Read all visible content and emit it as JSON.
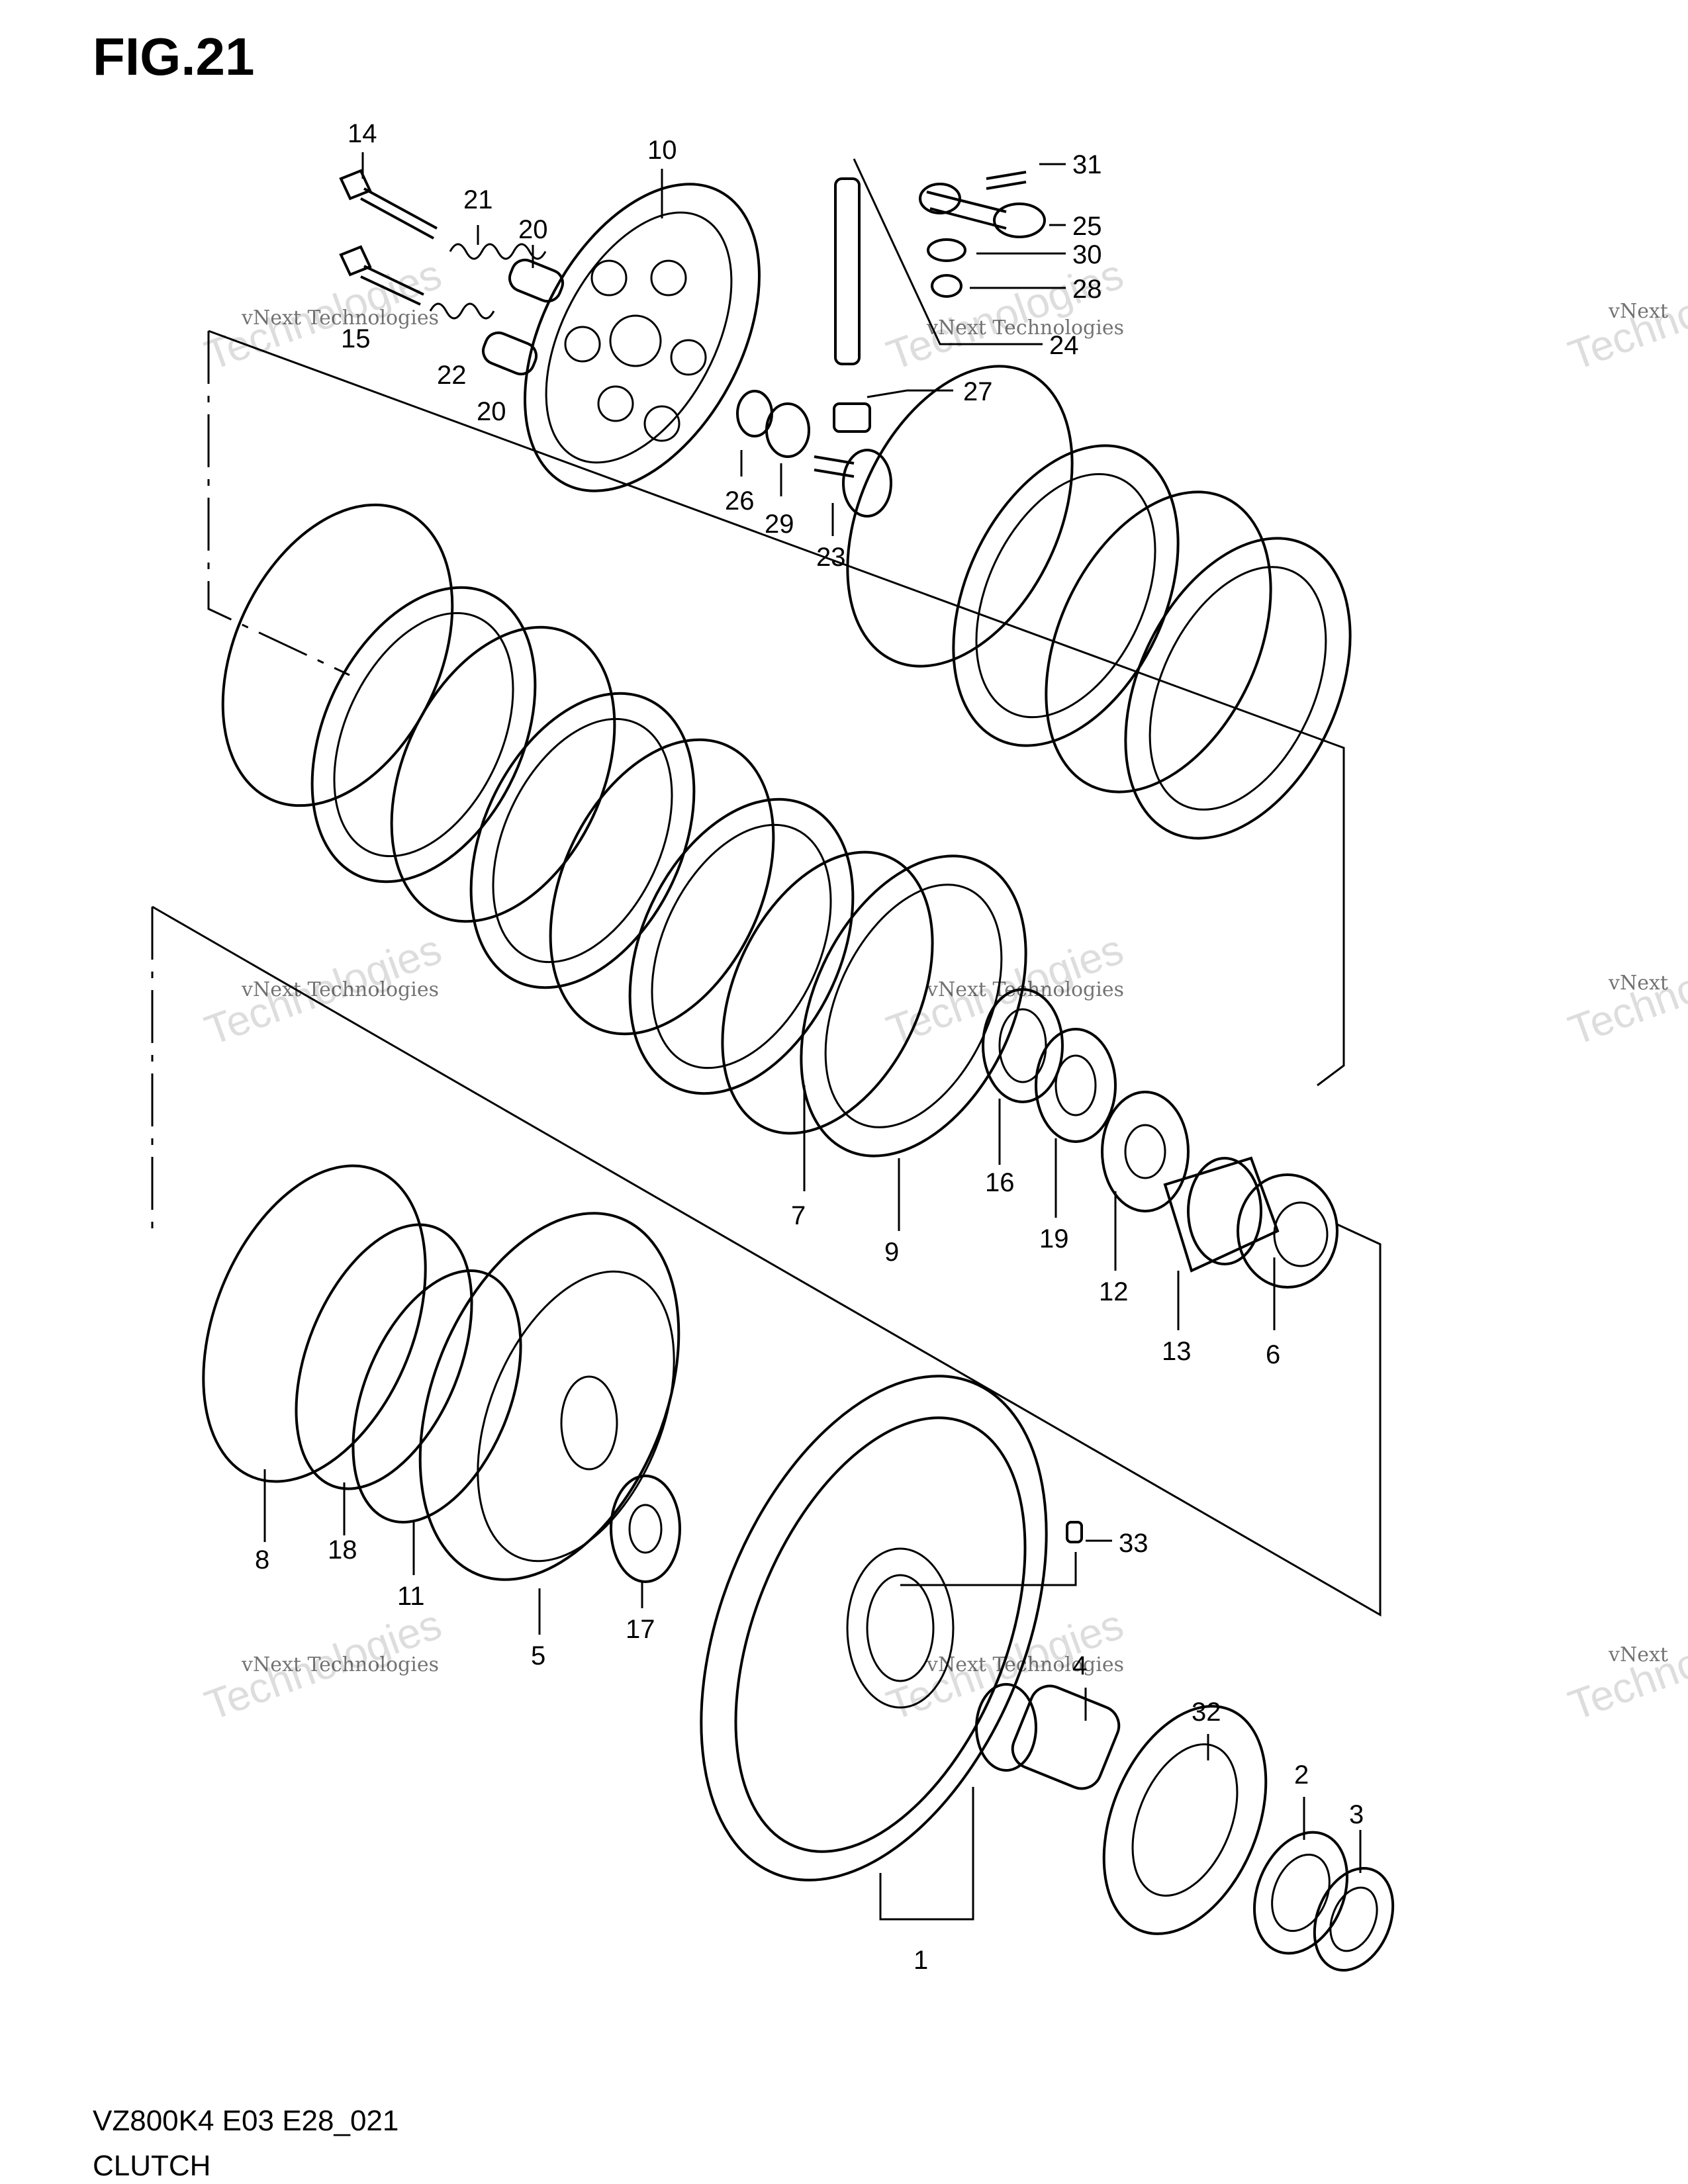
{
  "figure": {
    "title": "FIG.21"
  },
  "footer": {
    "model_code": "VZ800K4 E03 E28_021",
    "section_name": "CLUTCH"
  },
  "watermark": {
    "line1": "vNext Technologies",
    "line2": "Technologies",
    "line3": "vNext"
  },
  "callouts": [
    "14",
    "21",
    "20",
    "15",
    "22",
    "20",
    "10",
    "26",
    "29",
    "23",
    "31",
    "25",
    "30",
    "28",
    "24",
    "27",
    "7",
    "9",
    "16",
    "19",
    "12",
    "13",
    "6",
    "8",
    "18",
    "11",
    "5",
    "17",
    "33",
    "4",
    "32",
    "2",
    "3",
    "1"
  ]
}
